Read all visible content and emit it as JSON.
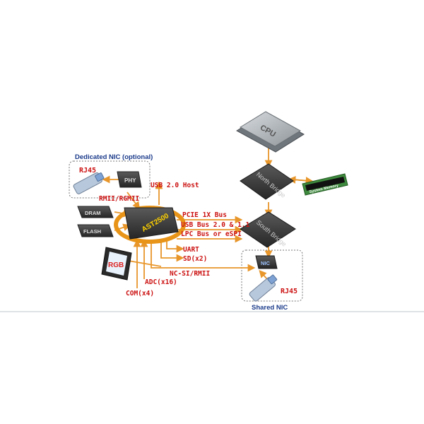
{
  "groups": {
    "dedicated_nic": "Dedicated NIC (optional)",
    "shared_nic": "Shared NIC"
  },
  "components": {
    "bmc": "AST2500",
    "phy": "PHY",
    "dram": "DRAM",
    "flash": "FLASH",
    "rgb": "RGB",
    "cpu": "CPU",
    "north_bridge": "North Bridge",
    "south_bridge": "South Bridge",
    "nic": "NIC",
    "memory": "System Memory",
    "rj45_dedicated": "RJ45",
    "rj45_shared": "RJ45"
  },
  "links": {
    "usb_host": "USB 2.0 Host",
    "rmii": "RMII/RGMII",
    "pcie": "PCIE 1X Bus",
    "usb_bus": "USB Bus 2.0 & 1.1",
    "lpc": "LPC Bus or eSPI",
    "uart": "UART",
    "sd": "SD(x2)",
    "ncsi": "NC-SI/RMII",
    "adc": "ADC(x16)",
    "com": "COM(x4)"
  },
  "colors": {
    "label_red": "#cc1111",
    "group_blue": "#1a3a8a",
    "arrow_orange": "#e8962a",
    "chip_dark": "#3a3a3a",
    "bmc_ring": "#e89418"
  }
}
